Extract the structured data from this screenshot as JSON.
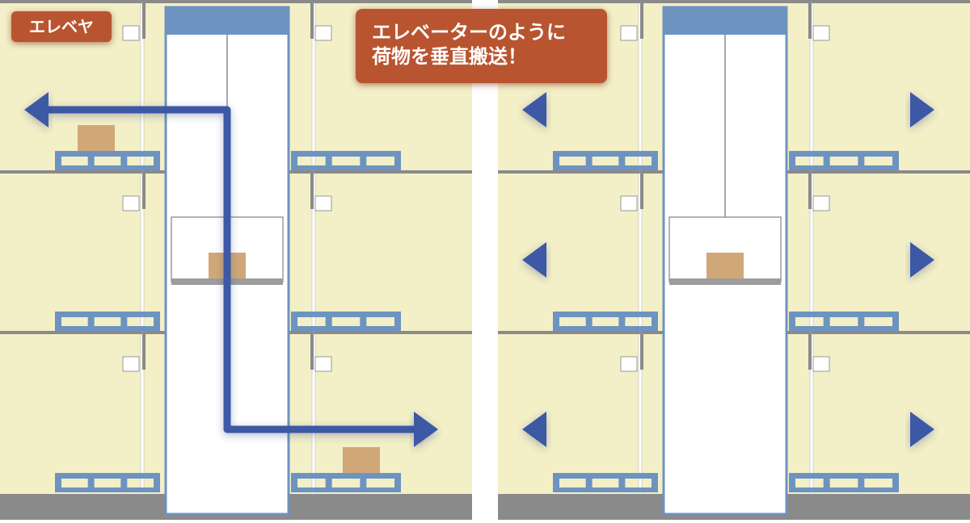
{
  "label_badge": {
    "text": "エレベヤ"
  },
  "headline": {
    "line1": "エレベーターのように",
    "line2": "荷物を垂直搬送！"
  },
  "colors": {
    "background": "#f3efc7",
    "badge": "#b85530",
    "badge_text": "#ffffff",
    "arrow": "#3d58a4",
    "pallet": "#6d93c1",
    "floor": "#8a8a8a",
    "shaft_fill": "#ffffff",
    "shaft_border": "#6d93c1",
    "shaft_top": "#6d93c1",
    "cargo": "#d0a878",
    "divider": "#ffffff"
  },
  "panels": [
    {
      "id": "left",
      "arrow_mode": "single-route"
    },
    {
      "id": "right",
      "arrow_mode": "all-floors-bidirectional"
    }
  ]
}
